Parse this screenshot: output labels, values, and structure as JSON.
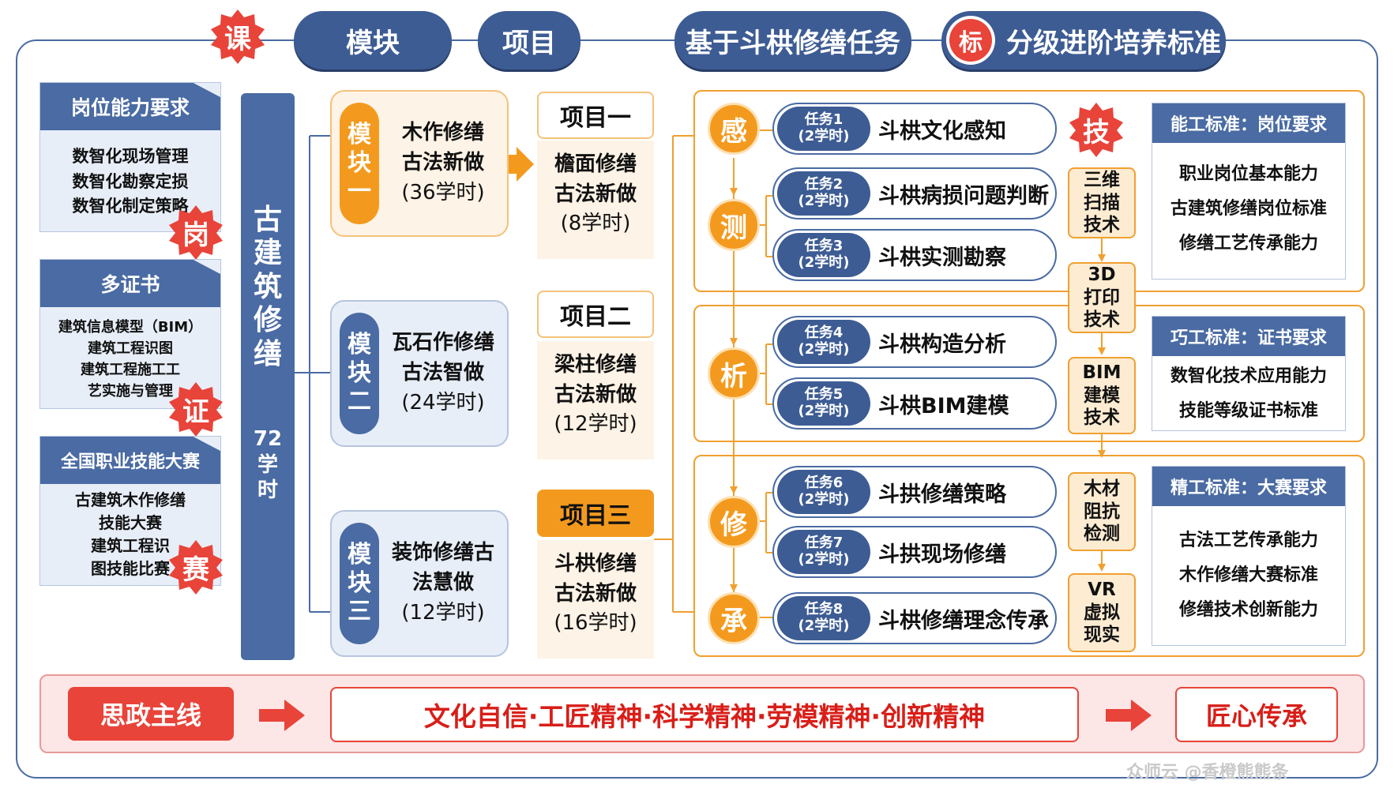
{
  "header": {
    "ke_seal": "课",
    "module_label": "模块",
    "project_label": "项目",
    "task_label": "基于斗栱修缮任务",
    "biao_seal": "标",
    "standard_label": "分级进阶培养标准"
  },
  "left": {
    "gang": {
      "title": "岗位能力要求",
      "items": [
        "数智化现场管理",
        "数智化勘察定损",
        "数智化制定策略"
      ],
      "seal": "岗"
    },
    "zheng": {
      "title": "多证书",
      "items": [
        "建筑信息模型（BIM）",
        "建筑工程识图",
        "建筑工程施工工",
        "艺实施与管理"
      ],
      "seal": "证"
    },
    "sai": {
      "title": "全国职业技能大赛",
      "items": [
        "古建筑木作修缮",
        "技能大赛",
        "建筑工程识",
        "图技能比赛"
      ],
      "seal": "赛"
    }
  },
  "course": {
    "chars": [
      "古",
      "建",
      "筑",
      "修",
      "缮"
    ],
    "hours": [
      "72",
      "学",
      "时"
    ]
  },
  "modules": [
    {
      "tag": [
        "模",
        "块",
        "一"
      ],
      "lines": [
        "木作修缮",
        "古法新做"
      ],
      "hours": "(36学时)"
    },
    {
      "tag": [
        "模",
        "块",
        "二"
      ],
      "lines": [
        "瓦石作修缮",
        "古法智做"
      ],
      "hours": "(24学时)"
    },
    {
      "tag": [
        "模",
        "块",
        "三"
      ],
      "lines": [
        "装饰修缮古",
        "法慧做"
      ],
      "hours": "(12学时)"
    }
  ],
  "projects": [
    {
      "title": "项目一",
      "lines": [
        "檐面修缮",
        "古法新做"
      ],
      "hours": "(8学时)"
    },
    {
      "title": "项目二",
      "lines": [
        "梁柱修缮",
        "古法新做"
      ],
      "hours": "(12学时)"
    },
    {
      "title": "项目三",
      "lines": [
        "斗栱修缮",
        "古法新做"
      ],
      "hours": "(16学时)"
    }
  ],
  "stages": [
    "感",
    "测",
    "析",
    "修",
    "承"
  ],
  "tasks": [
    {
      "id": "任务1",
      "hours": "(2学时)",
      "label": "斗栱文化感知"
    },
    {
      "id": "任务2",
      "hours": "(2学时)",
      "label": "斗栱病损问题判断"
    },
    {
      "id": "任务3",
      "hours": "(2学时)",
      "label": "斗栱实测勘察"
    },
    {
      "id": "任务4",
      "hours": "(2学时)",
      "label": "斗栱构造分析"
    },
    {
      "id": "任务5",
      "hours": "(2学时)",
      "label": "斗栱BIM建模"
    },
    {
      "id": "任务6",
      "hours": "(2学时)",
      "label": "斗拱修缮策略"
    },
    {
      "id": "任务7",
      "hours": "(2学时)",
      "label": "斗拱现场修缮"
    },
    {
      "id": "任务8",
      "hours": "(2学时)",
      "label": "斗栱修缮理念传承"
    }
  ],
  "ji_seal": "技",
  "techs": [
    [
      "三维",
      "扫描",
      "技术"
    ],
    [
      "3D",
      "打印",
      "技术"
    ],
    [
      "BIM",
      "建模",
      "技术"
    ],
    [
      "木材",
      "阻抗",
      "检测"
    ],
    [
      "VR",
      "虚拟",
      "现实"
    ]
  ],
  "standards": [
    {
      "title": "能工标准：岗位要求",
      "items": [
        "职业岗位基本能力",
        "古建筑修缮岗位标准",
        "修缮工艺传承能力"
      ]
    },
    {
      "title": "巧工标准：证书要求",
      "items": [
        "数智化技术应用能力",
        "技能等级证书标准"
      ]
    },
    {
      "title": "精工标准：大赛要求",
      "items": [
        "古法工艺传承能力",
        "木作修缮大赛标准",
        "修缮技术创新能力"
      ]
    }
  ],
  "bottom": {
    "left": "思政主线",
    "middle": "文化自信·工匠精神·科学精神·劳模精神·创新精神",
    "right": "匠心传承"
  },
  "watermark": "众师云 @香橙熊熊条",
  "colors": {
    "navy": "#3d5c94",
    "blue": "#4a6ba3",
    "orange": "#f39a1e",
    "red": "#e8443a"
  }
}
